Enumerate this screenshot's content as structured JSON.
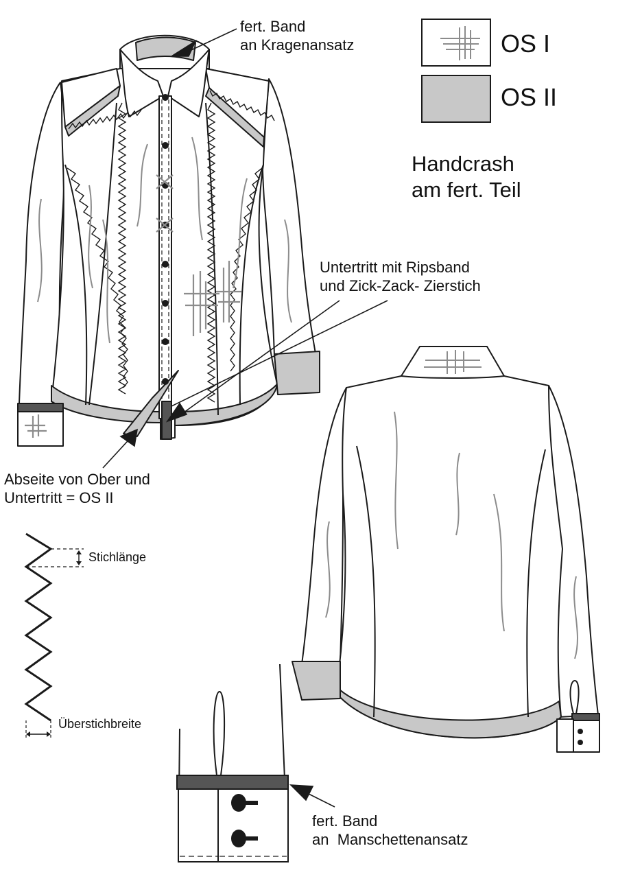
{
  "legend": {
    "items": [
      {
        "label": "OS I",
        "fill": "#ffffff"
      },
      {
        "label": "OS II",
        "fill": "#c8c8c8"
      }
    ]
  },
  "notes": {
    "handcrash_line1": "Handcrash",
    "handcrash_line2": "am fert. Teil",
    "collar_band_line1": "fert. Band",
    "collar_band_line2": "an Kragenansatz",
    "placket_line1": "Untertritt mit Ripsband",
    "placket_line2": "und Zick-Zack- Zierstich",
    "reverse_line1": "Abseite von Ober und",
    "reverse_line2": "Untertritt = OS II",
    "stitch_length": "Stichlänge",
    "stitch_width": "Überstichbreite",
    "cuff_band_line1": "fert. Band",
    "cuff_band_line2": "an  Manschettenansatz"
  },
  "colors": {
    "line": "#1a1a1a",
    "os2_fill": "#c8c8c8",
    "band_dark": "#555555",
    "wrinkle": "#8c8c8c"
  }
}
